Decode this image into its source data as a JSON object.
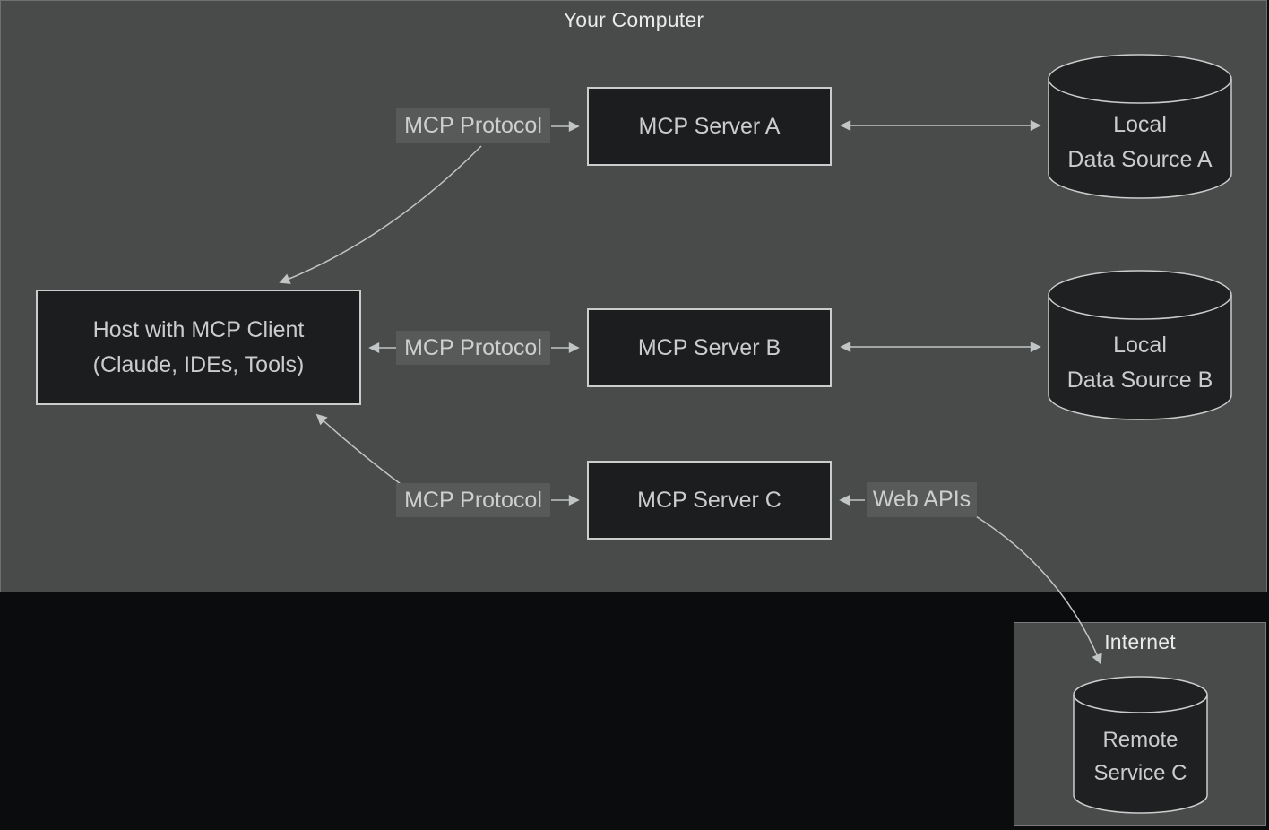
{
  "diagram": {
    "regions": {
      "your_computer": {
        "title": "Your Computer"
      },
      "internet": {
        "title": "Internet"
      }
    },
    "host": {
      "line1": "Host with MCP Client",
      "line2": "(Claude, IDEs, Tools)"
    },
    "servers": [
      {
        "label": "MCP Server A"
      },
      {
        "label": "MCP Server B"
      },
      {
        "label": "MCP Server C"
      }
    ],
    "edge_labels": {
      "protocol_a": "MCP Protocol",
      "protocol_b": "MCP Protocol",
      "protocol_c": "MCP Protocol",
      "web_apis": "Web APIs"
    },
    "data_sources": [
      {
        "line1": "Local",
        "line2": "Data Source A"
      },
      {
        "line1": "Local",
        "line2": "Data Source B"
      }
    ],
    "remote_service": {
      "line1": "Remote",
      "line2": "Service C"
    },
    "colors": {
      "computer_area_bg": "#494b4b",
      "outside_bg": "#0b0c0e",
      "node_fill": "#1b1d1e",
      "node_border": "#cbcdcd",
      "edge_label_bg": "#585a5a",
      "arrow": "#c2c5c5",
      "region_title_text": "#e9ebeb",
      "node_text": "#cbcdcd"
    }
  }
}
